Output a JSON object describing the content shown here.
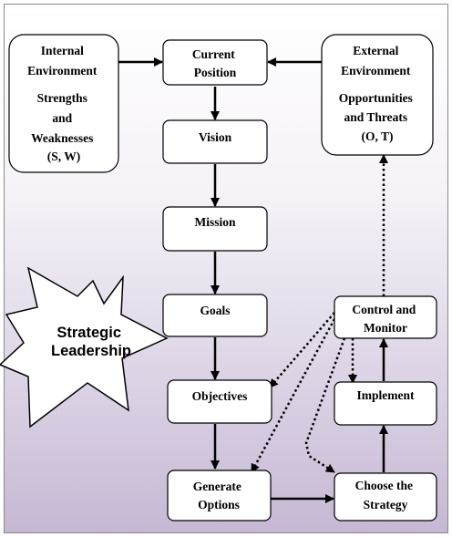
{
  "diagram": {
    "nodes": {
      "internal": {
        "lines": [
          "Internal",
          "Environment",
          "",
          "Strengths",
          "and",
          "Weaknesses",
          "(S, W)"
        ]
      },
      "current": {
        "lines": [
          "Current",
          "Position"
        ]
      },
      "external": {
        "lines": [
          "External",
          "Environment",
          "",
          "Opportunities",
          "and Threats",
          "(O, T)"
        ]
      },
      "vision": {
        "lines": [
          "Vision"
        ]
      },
      "mission": {
        "lines": [
          "Mission"
        ]
      },
      "goals": {
        "lines": [
          "Goals"
        ]
      },
      "objectives": {
        "lines": [
          "Objectives"
        ]
      },
      "generate": {
        "lines": [
          "Generate",
          "Options"
        ]
      },
      "control": {
        "lines": [
          "Control and",
          "Monitor"
        ]
      },
      "implement": {
        "lines": [
          "Implement"
        ]
      },
      "choose": {
        "lines": [
          "Choose the",
          "Strategy"
        ]
      }
    },
    "star": {
      "lines": [
        "Strategic",
        "Leadership"
      ]
    }
  }
}
